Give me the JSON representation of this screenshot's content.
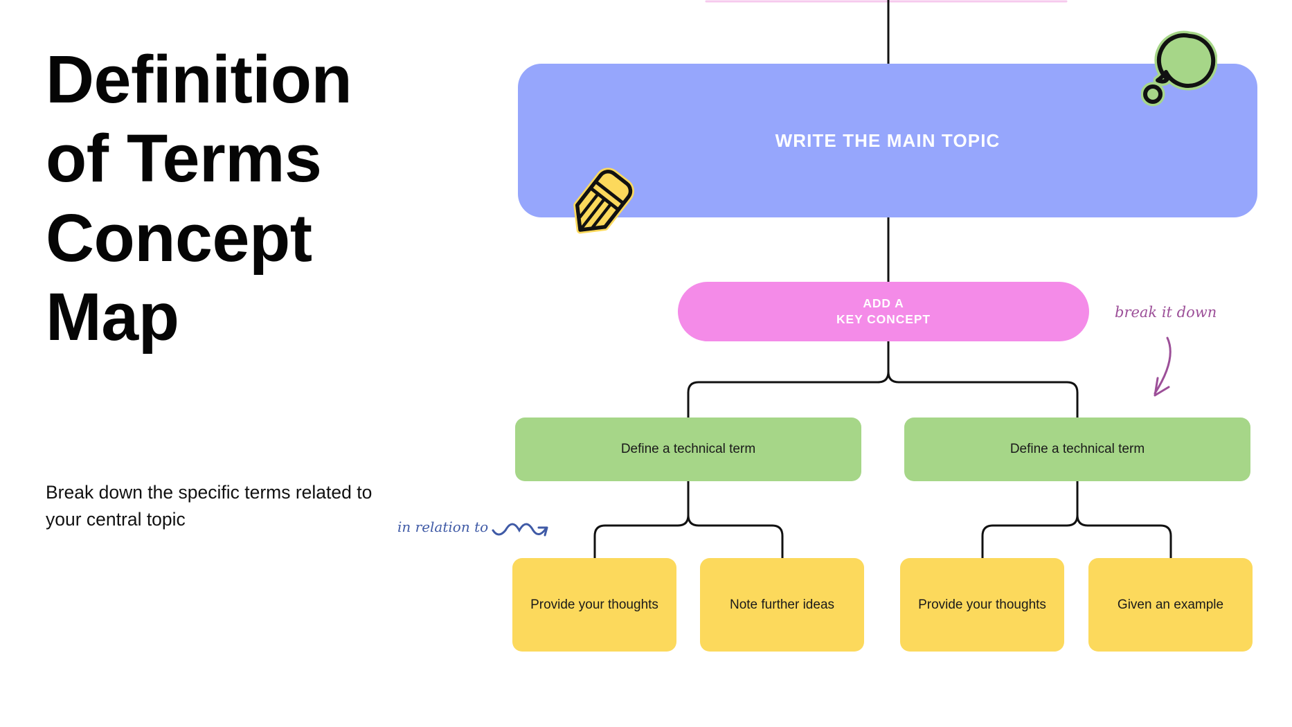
{
  "title": "Definition of Terms Concept Map",
  "subtitle": "Break down the specific terms related to your central topic",
  "diagram": {
    "main_topic": {
      "label": "WRITE THE MAIN TOPIC",
      "color": "#96a6fc",
      "text_color": "#ffffff"
    },
    "key_concept": {
      "label": "ADD A\nKEY CONCEPT",
      "color": "#f48be8",
      "text_color": "#ffffff"
    },
    "branches": [
      {
        "label": "Define a technical term",
        "color": "#a6d688"
      },
      {
        "label": "Define a technical term",
        "color": "#a6d688"
      }
    ],
    "leaves": [
      {
        "label": "Provide your thoughts",
        "color": "#fcd95c"
      },
      {
        "label": "Note further ideas",
        "color": "#fcd95c"
      },
      {
        "label": "Provide your thoughts",
        "color": "#fcd95c"
      },
      {
        "label": "Given an example",
        "color": "#fcd95c"
      }
    ]
  },
  "annotations": [
    {
      "text": "break it down",
      "color": "#9c4f98",
      "icon": "curved-arrow-down-left-icon"
    },
    {
      "text": "in relation to",
      "color": "#3f5aa6",
      "icon": "squiggly-arrow-right-icon"
    }
  ],
  "icons": [
    {
      "name": "pencil-icon",
      "fill": "#fcd95c",
      "stroke": "#111111"
    },
    {
      "name": "thought-bubble-icon",
      "fill": "#a6d688",
      "stroke": "#111111"
    }
  ],
  "colors": {
    "background": "#ffffff",
    "connector": "#111111",
    "blue": "#96a6fc",
    "pink": "#f48be8",
    "green": "#a6d688",
    "yellow": "#fcd95c",
    "text_dark": "#111111"
  }
}
